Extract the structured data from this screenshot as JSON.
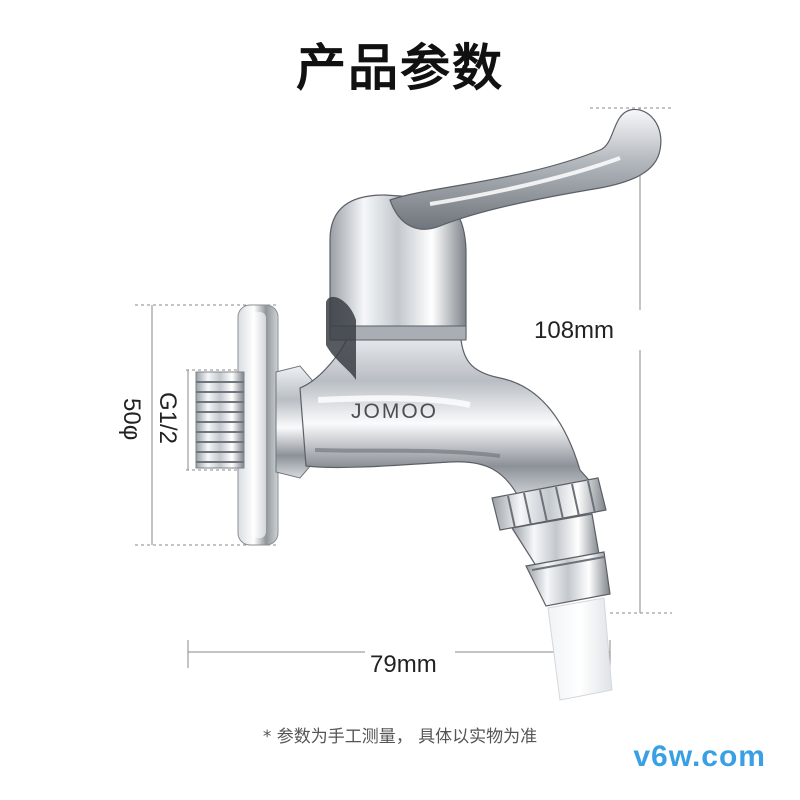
{
  "title": "产品参数",
  "product": {
    "brand": "JOMOO"
  },
  "dimensions": {
    "height": "108mm",
    "width": "79mm",
    "flange_diameter": "50φ",
    "thread": "G1/2"
  },
  "note": "* 参数为手工测量， 具体以实物为准",
  "watermark": "v6w.com",
  "colors": {
    "dimension_line": "#888888",
    "chrome_dark": "#5c6066",
    "chrome_light": "#f4f6f8",
    "watermark": "#3aa0e6"
  }
}
